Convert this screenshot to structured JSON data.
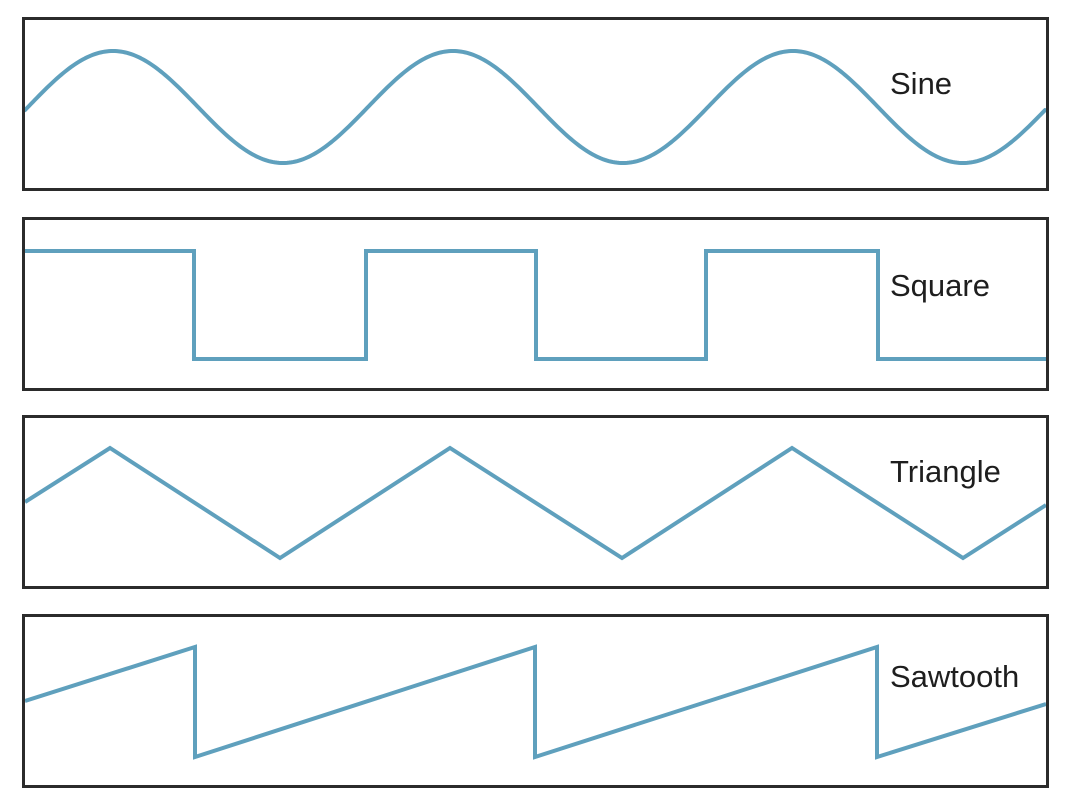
{
  "waveforms": [
    {
      "id": "sine",
      "label": "Sine"
    },
    {
      "id": "square",
      "label": "Square"
    },
    {
      "id": "triangle",
      "label": "Triangle"
    },
    {
      "id": "sawtooth",
      "label": "Sawtooth"
    }
  ],
  "colors": {
    "wave_stroke": "#5fa0bd",
    "panel_border": "#2b2b2b",
    "label_text": "#1e1e1e",
    "background": "#ffffff"
  }
}
